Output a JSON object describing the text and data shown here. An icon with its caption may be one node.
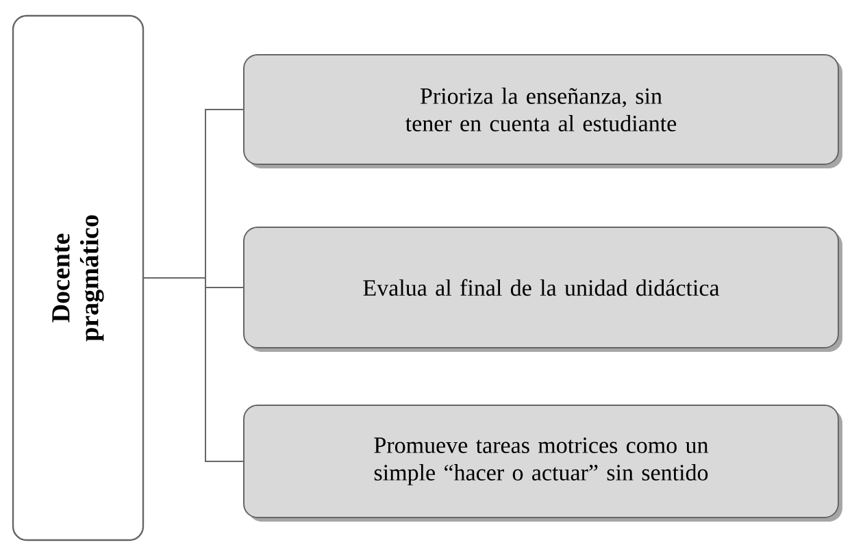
{
  "diagram": {
    "nodes": [
      {
        "text": [
          "Docente pragmático"
        ]
      },
      {
        "text": [
          "Prioriza la enseñanza, sin tener en cuenta al estudiante"
        ]
      },
      {
        "text": [
          "Evalua al final de la unidad didáctica"
        ]
      },
      {
        "text": [
          "Promueve tareas motrices como un simple “hacer o actuar” sin sentido"
        ]
      }
    ],
    "edges": [
      {
        "from": 0,
        "to": 1,
        "arrow": "none"
      },
      {
        "from": 0,
        "to": 2,
        "arrow": "none"
      },
      {
        "from": 0,
        "to": 3,
        "arrow": "none"
      }
    ]
  }
}
